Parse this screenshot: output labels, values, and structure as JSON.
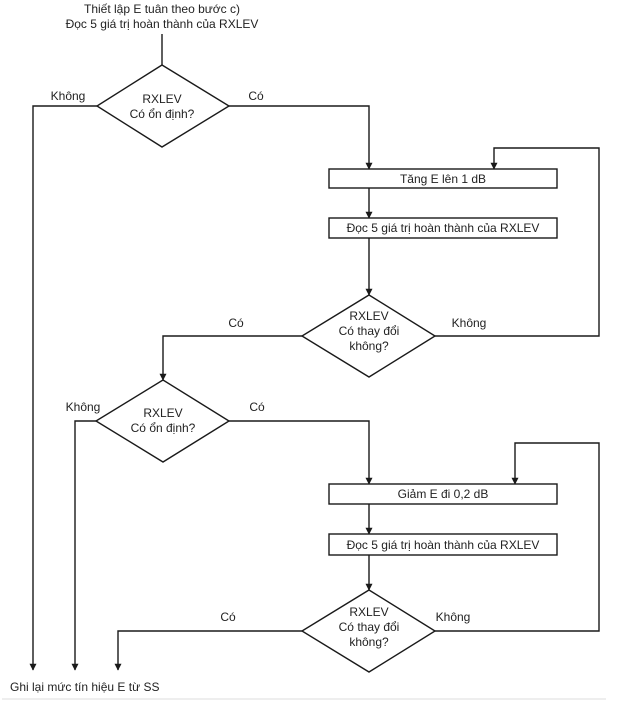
{
  "diagram": {
    "type": "flowchart",
    "start": {
      "lines": [
        "Thiết lập E tuân theo bước c)",
        "Đọc 5 giá trị hoàn thành của RXLEV"
      ]
    },
    "nodes": {
      "decision_stable_1": {
        "lines": [
          "RXLEV",
          "Có ổn định?"
        ]
      },
      "process_increase": {
        "label": "Tăng E lên 1 dB"
      },
      "process_read_1": {
        "label": "Đọc 5 giá trị hoàn thành của RXLEV"
      },
      "decision_changed_1": {
        "lines": [
          "RXLEV",
          "Có thay đổi",
          "không?"
        ]
      },
      "decision_stable_2": {
        "lines": [
          "RXLEV",
          "Có ổn định?"
        ]
      },
      "process_decrease": {
        "label": "Giảm E đi 0,2 dB"
      },
      "process_read_2": {
        "label": "Đọc 5 giá trị hoàn thành của RXLEV"
      },
      "decision_changed_2": {
        "lines": [
          "RXLEV",
          "Có thay đổi",
          "không?"
        ]
      }
    },
    "edge_labels": {
      "stable_1_no": "Không",
      "stable_1_yes": "Có",
      "changed_1_yes": "Có",
      "changed_1_no": "Không",
      "stable_2_no": "Không",
      "stable_2_yes": "Có",
      "changed_2_yes": "Có",
      "changed_2_no": "Không"
    },
    "end": {
      "label": "Ghi lại mức tín hiệu E từ SS"
    },
    "edges": [
      {
        "from": "start",
        "to": "decision_stable_1"
      },
      {
        "from": "decision_stable_1",
        "to": "end",
        "label": "Không"
      },
      {
        "from": "decision_stable_1",
        "to": "process_increase",
        "label": "Có"
      },
      {
        "from": "process_increase",
        "to": "process_read_1"
      },
      {
        "from": "process_read_1",
        "to": "decision_changed_1"
      },
      {
        "from": "decision_changed_1",
        "to": "process_increase",
        "label": "Không"
      },
      {
        "from": "decision_changed_1",
        "to": "decision_stable_2",
        "label": "Có"
      },
      {
        "from": "decision_stable_2",
        "to": "end",
        "label": "Không"
      },
      {
        "from": "decision_stable_2",
        "to": "process_decrease",
        "label": "Có"
      },
      {
        "from": "process_decrease",
        "to": "process_read_2"
      },
      {
        "from": "process_read_2",
        "to": "decision_changed_2"
      },
      {
        "from": "decision_changed_2",
        "to": "process_decrease",
        "label": "Không"
      },
      {
        "from": "decision_changed_2",
        "to": "end",
        "label": "Có"
      }
    ]
  }
}
